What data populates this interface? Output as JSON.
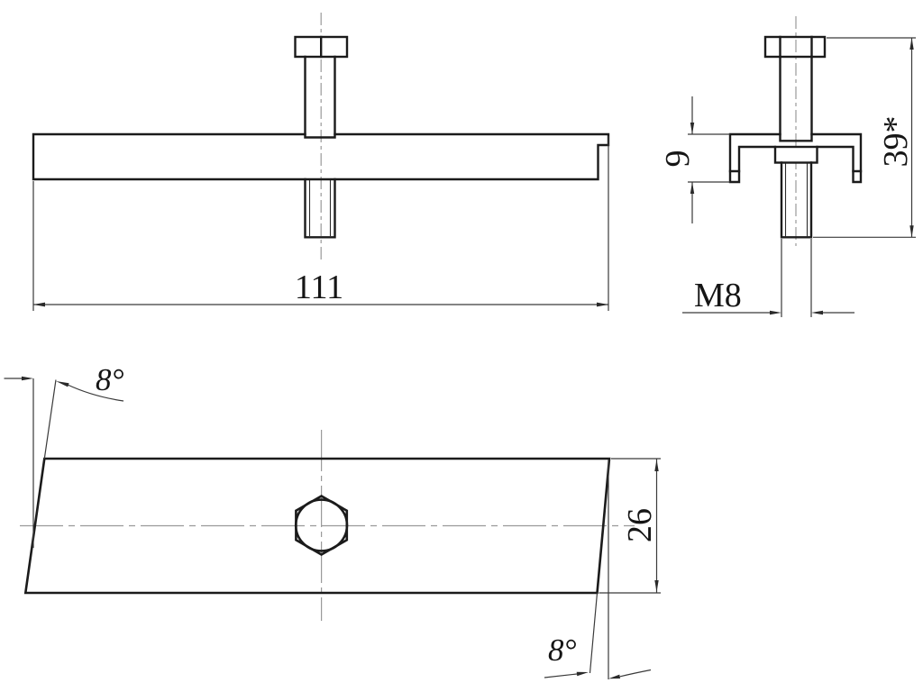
{
  "drawing": {
    "type": "technical-drawing",
    "views": {
      "front_view": {
        "label": "front-view-of-plate-with-bolt",
        "dimensions": {
          "length": "111"
        }
      },
      "side_view": {
        "label": "side-section-view-of-plate-with-bolt",
        "dimensions": {
          "plate_height": "9",
          "overall_height": "39*",
          "thread_size": "M8"
        }
      },
      "top_view": {
        "label": "top-view-of-plate-with-hex-hole",
        "dimensions": {
          "width": "26",
          "left_edge_angle": "8°",
          "right_edge_angle": "8°"
        }
      }
    },
    "colors": {
      "background": "#ffffff",
      "outline": "#1b1b1b",
      "dimension_lines": "#3a3a3a",
      "centerlines": "#9a9a9a",
      "text": "#151515"
    }
  }
}
